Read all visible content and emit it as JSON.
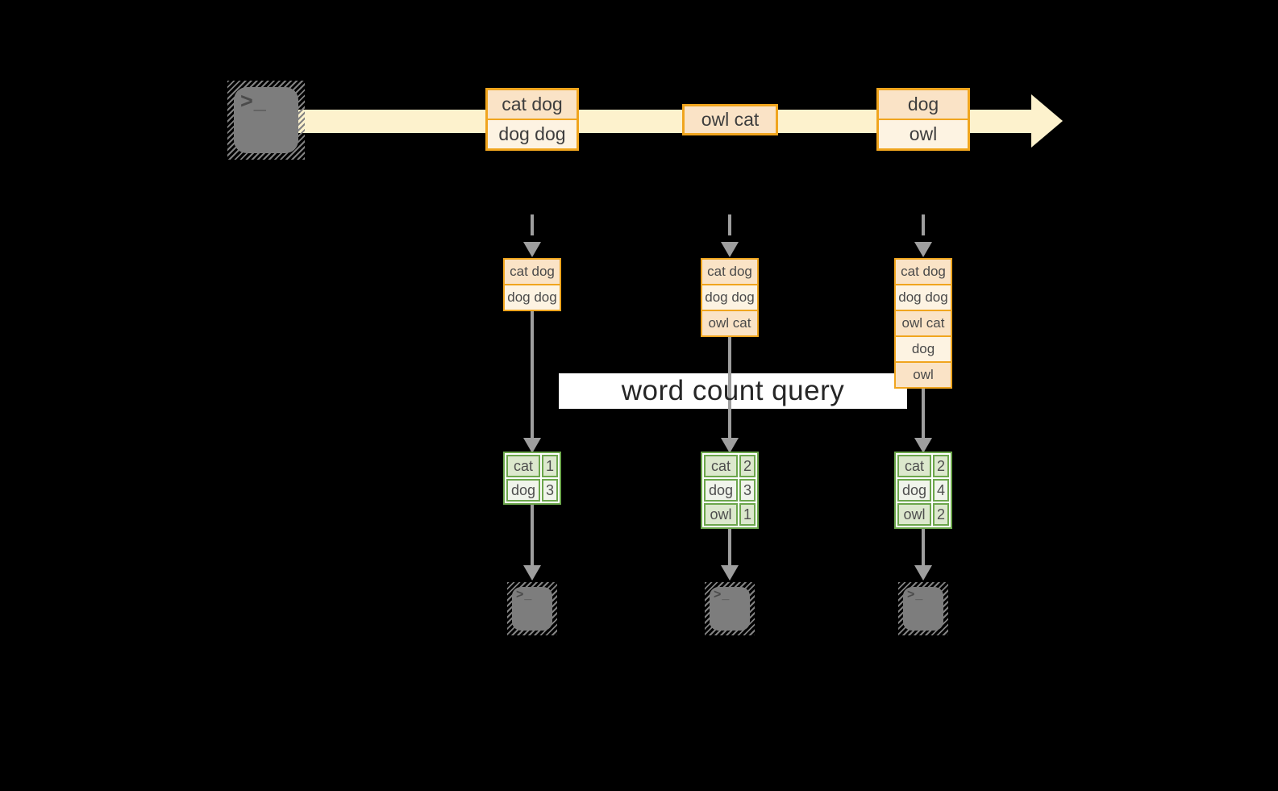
{
  "query_label": "word count query",
  "icons": {
    "producer": "terminal-icon",
    "consumer": "terminal-icon",
    "prompt": ">_"
  },
  "colors": {
    "background": "#000000",
    "stream_fill": "#fdf2cd",
    "event_border": "#f0a51e",
    "event_fill_dark": "#fae3c6",
    "event_fill_light": "#fdf3e2",
    "count_border": "#6ca64c",
    "count_fill_dark": "#dce8cd",
    "count_fill_light": "#f0f4eb",
    "connector_gray": "#9e9e9e",
    "terminal_gray": "#7d7d7d",
    "label_bg": "#ffffff"
  },
  "stream": {
    "events": [
      {
        "rows": [
          "cat dog",
          "dog dog"
        ]
      },
      {
        "rows": [
          "owl cat"
        ]
      },
      {
        "rows": [
          "dog",
          "owl"
        ]
      }
    ]
  },
  "columns": [
    {
      "state_rows": [
        "cat dog",
        "dog dog"
      ],
      "counts": [
        {
          "word": "cat",
          "count": "1"
        },
        {
          "word": "dog",
          "count": "3"
        }
      ]
    },
    {
      "state_rows": [
        "cat dog",
        "dog dog",
        "owl cat"
      ],
      "counts": [
        {
          "word": "cat",
          "count": "2"
        },
        {
          "word": "dog",
          "count": "3"
        },
        {
          "word": "owl",
          "count": "1"
        }
      ]
    },
    {
      "state_rows": [
        "cat dog",
        "dog dog",
        "owl cat",
        "dog",
        "owl"
      ],
      "counts": [
        {
          "word": "cat",
          "count": "2"
        },
        {
          "word": "dog",
          "count": "4"
        },
        {
          "word": "owl",
          "count": "2"
        }
      ]
    }
  ]
}
